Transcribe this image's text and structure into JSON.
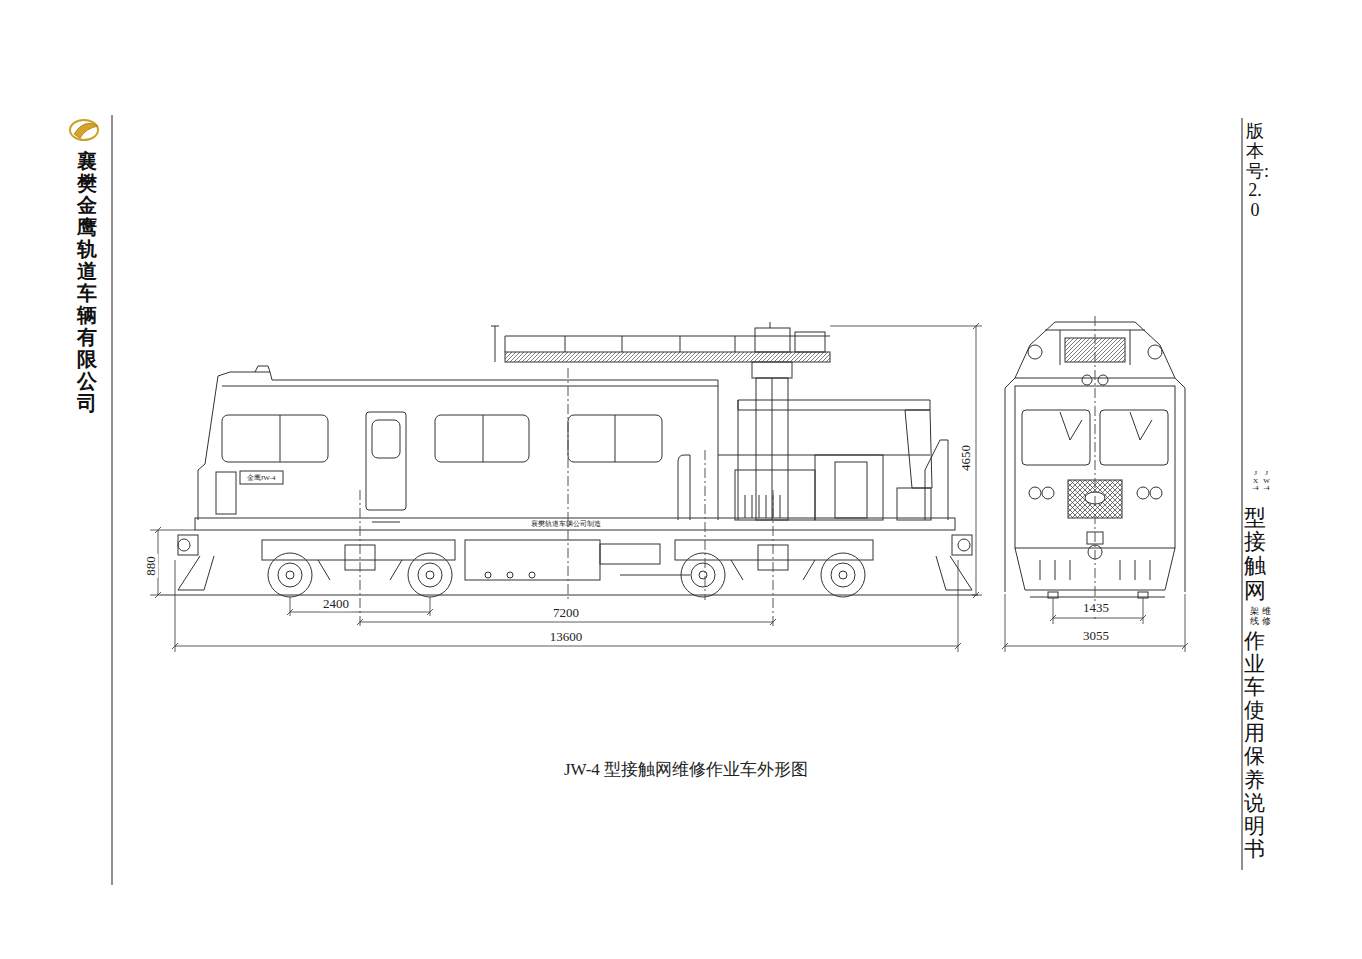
{
  "diagram": {
    "caption": "JW-4 型接触网维修作业车外形图",
    "labels": [
      "襄樊金鹰轨道车辆有限公司",
      "版本号: 2.0",
      "JW-4",
      "JX-4",
      "型接触网",
      "维修",
      "架线",
      "作业车使用保养说明书",
      "金鹰JW-4",
      "襄樊轨道车辆公司制造",
      "880",
      "2400",
      "7200",
      "13600",
      "4650",
      "1435",
      "3055"
    ]
  }
}
